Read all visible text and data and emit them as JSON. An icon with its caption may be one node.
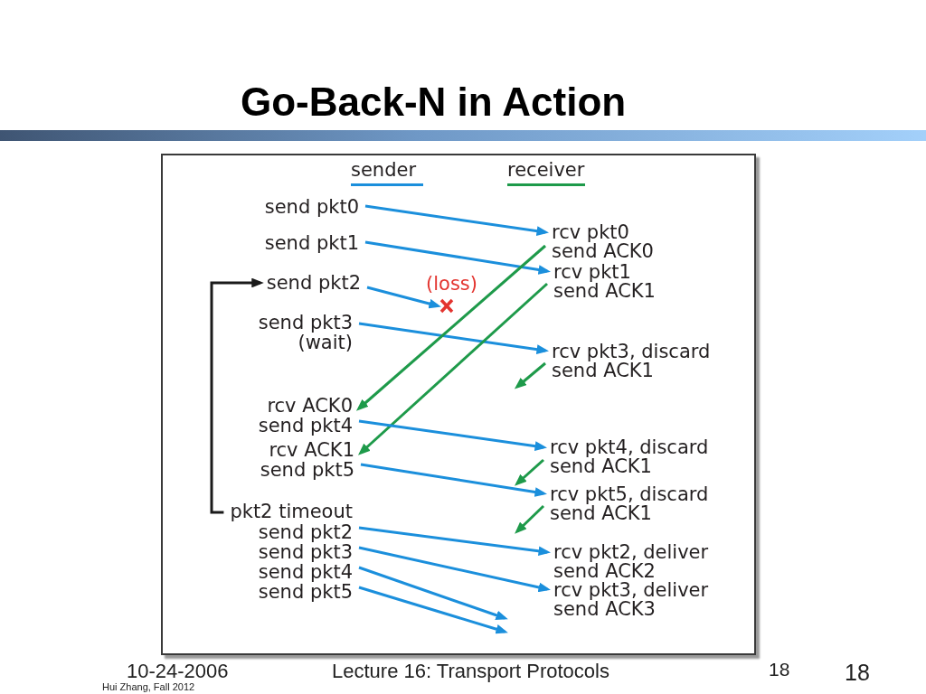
{
  "diagram": {
    "title": "Go-Back-N in Action",
    "nodes": [
      {
        "text": [
          "send pkt0"
        ]
      },
      {
        "text": [
          "rcv pkt0",
          "send ACK0"
        ]
      },
      {
        "text": [
          "send pkt1"
        ]
      },
      {
        "text": [
          "rcv pkt1",
          "send ACK1"
        ]
      },
      {
        "text": [
          "send pkt2"
        ]
      },
      {
        "text": [],
        "shape": "cross",
        "beside": [
          "(loss)"
        ]
      },
      {
        "text": [
          "send pkt3",
          "(wait)"
        ]
      },
      {
        "text": [
          "rcv pkt3, discard",
          "send ACK1"
        ]
      },
      {
        "text": [
          "rcv ACK0",
          "send pkt4"
        ]
      },
      {
        "text": [
          "rcv pkt4, discard",
          "send ACK1"
        ]
      },
      {
        "text": [
          "rcv ACK1",
          "send pkt5"
        ]
      },
      {
        "text": [
          "rcv pkt5, discard",
          "send ACK1"
        ]
      },
      {
        "text": [
          "pkt2 timeout"
        ]
      },
      {
        "text": [
          "send pkt2"
        ]
      },
      {
        "text": [
          "send pkt3"
        ]
      },
      {
        "text": [
          "rcv pkt2, deliver",
          "send ACK2"
        ]
      },
      {
        "text": [
          "send pkt4"
        ]
      },
      {
        "text": [
          "rcv pkt3, deliver",
          "send ACK3"
        ]
      },
      {
        "text": [
          "send pkt5"
        ]
      }
    ],
    "edges": [
      {
        "from": 0,
        "to": 1,
        "arrow": "to"
      },
      {
        "from": 2,
        "to": 3,
        "arrow": "to"
      },
      {
        "from": 4,
        "to": 5,
        "arrow": "to"
      },
      {
        "from": 6,
        "to": 7,
        "arrow": "to"
      },
      {
        "from": 1,
        "to": 8,
        "arrow": "to",
        "color": "#1e9a4a"
      },
      {
        "from": 3,
        "to": 10,
        "arrow": "to",
        "color": "#1e9a4a"
      },
      {
        "from": 7,
        "to": null,
        "arrow": "to",
        "color": "#1e9a4a"
      },
      {
        "from": 8,
        "to": 9,
        "arrow": "to"
      },
      {
        "from": 9,
        "to": null,
        "arrow": "to",
        "color": "#1e9a4a"
      },
      {
        "from": 10,
        "to": 11,
        "arrow": "to"
      },
      {
        "from": 11,
        "to": null,
        "arrow": "to",
        "color": "#1e9a4a"
      },
      {
        "from": 12,
        "to": 4,
        "arrow": "to",
        "color": "#1a1a1a"
      },
      {
        "from": 13,
        "to": 15,
        "arrow": "to"
      },
      {
        "from": 14,
        "to": 17,
        "arrow": "to"
      },
      {
        "from": 16,
        "to": null,
        "arrow": "to"
      },
      {
        "from": 18,
        "to": null,
        "arrow": "to"
      }
    ],
    "labels": [
      "10-24-2006",
      "Lecture 16: Transport Protocols",
      "18",
      "18",
      "Hui Zhang, Fall 2012"
    ],
    "legend": [
      {
        "text": "sender"
      },
      {
        "text": "receiver"
      }
    ]
  }
}
